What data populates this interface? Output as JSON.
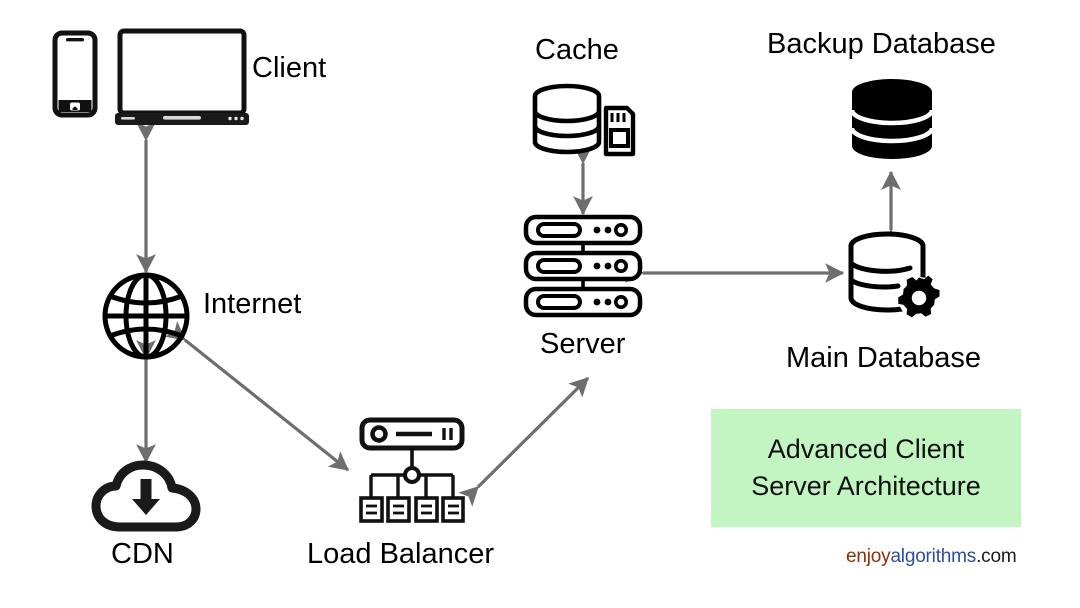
{
  "diagram": {
    "title": "Advanced Client Server Architecture",
    "background_color": "#ffffff",
    "stroke_color": "#000000",
    "arrow_color": "#6e6e6e",
    "accent_box_color": "#c3f5c3"
  },
  "nodes": {
    "client": {
      "label": "Client",
      "icons": [
        "smartphone-icon",
        "laptop-icon"
      ]
    },
    "internet": {
      "label": "Internet",
      "icons": [
        "globe-icon"
      ]
    },
    "cdn": {
      "label": "CDN",
      "icons": [
        "cloud-download-icon"
      ]
    },
    "load_balancer": {
      "label": "Load Balancer",
      "icons": [
        "load-balancer-icon"
      ]
    },
    "server": {
      "label": "Server",
      "icons": [
        "server-rack-icon"
      ]
    },
    "cache": {
      "label": "Cache",
      "icons": [
        "database-icon",
        "memory-card-icon"
      ]
    },
    "main_database": {
      "label": "Main Database",
      "icons": [
        "database-gear-icon"
      ]
    },
    "backup_database": {
      "label": "Backup Database",
      "icons": [
        "database-filled-icon"
      ]
    }
  },
  "connections": [
    {
      "from": "client",
      "to": "internet",
      "style": "double-headed-vertical"
    },
    {
      "from": "internet",
      "to": "cdn",
      "style": "double-headed-vertical"
    },
    {
      "from": "internet",
      "to": "load_balancer",
      "style": "double-headed-diagonal"
    },
    {
      "from": "load_balancer",
      "to": "server",
      "style": "double-headed-diagonal"
    },
    {
      "from": "cache",
      "to": "server",
      "style": "double-headed-vertical"
    },
    {
      "from": "server",
      "to": "main_database",
      "style": "double-headed-horizontal"
    },
    {
      "from": "main_database",
      "to": "backup_database",
      "style": "double-headed-vertical"
    }
  ],
  "caption": {
    "line1": "Advanced Client",
    "line2": "Server Architecture"
  },
  "watermark": {
    "part1": "enjoy",
    "part2": "algorithms",
    "part3": ".com",
    "part1_color": "#8b2f0c",
    "part2_color": "#2d4ea0",
    "part3_color": "#1a1a1a"
  }
}
